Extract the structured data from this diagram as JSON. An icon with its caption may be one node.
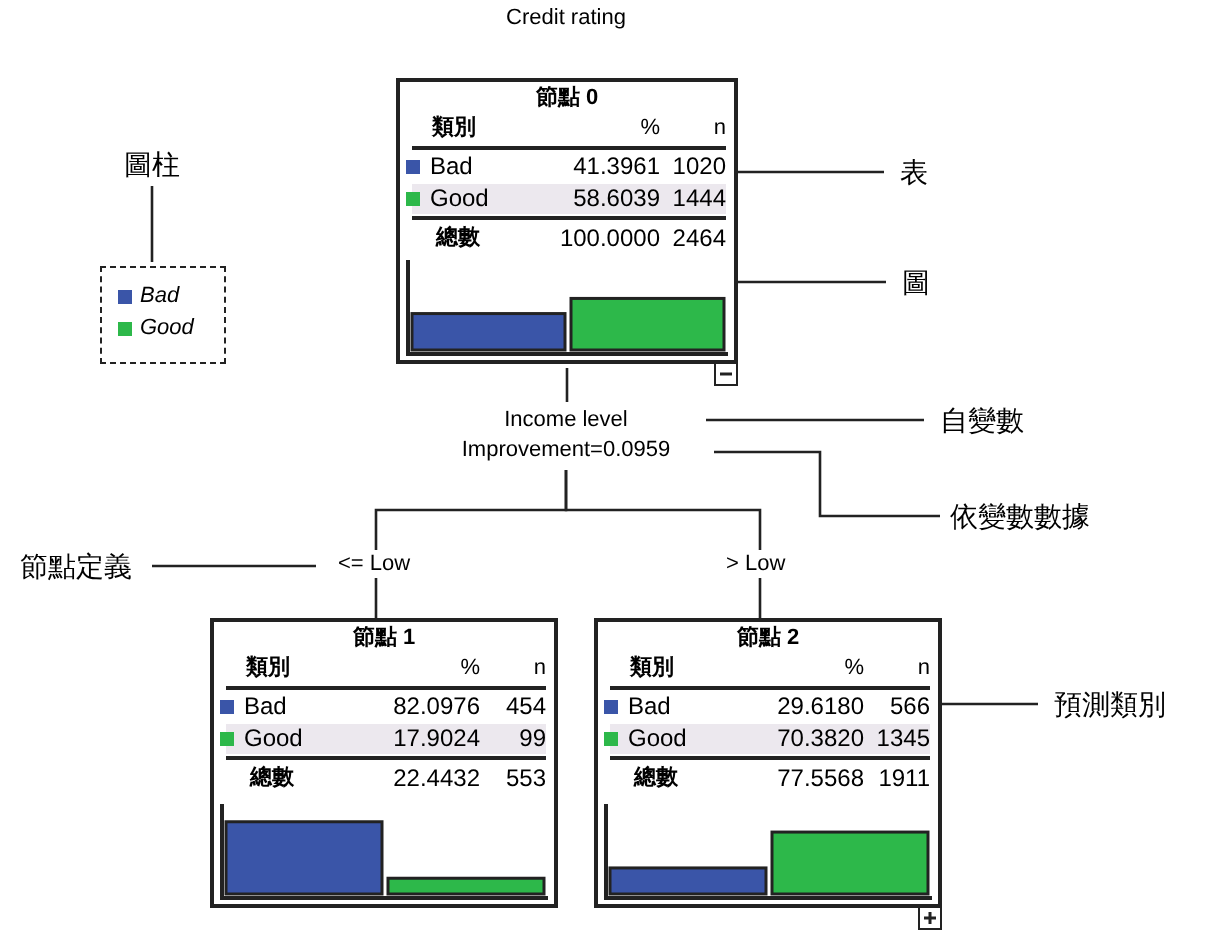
{
  "diagram": {
    "title": "Credit rating",
    "nodes": [
      {
        "text": [
          "節點 0",
          "類別",
          "%",
          "n",
          "Bad",
          "41.3961",
          "1020",
          "Good",
          "58.6039",
          "1444",
          "總數",
          "100.0000",
          "2464"
        ]
      },
      {
        "text": [
          "Income level",
          "Improvement=0.0959"
        ]
      },
      {
        "text": [
          "節點 1",
          "類別",
          "%",
          "n",
          "Bad",
          "82.0976",
          "454",
          "Good",
          "17.9024",
          "99",
          "總數",
          "22.4432",
          "553"
        ]
      },
      {
        "text": [
          "節點 2",
          "類別",
          "%",
          "n",
          "Bad",
          "29.6180",
          "566",
          "Good",
          "70.3820",
          "1345",
          "總數",
          "77.5568",
          "1911"
        ]
      },
      {
        "text": [],
        "shape": "box"
      },
      {
        "text": [
          "圖柱"
        ]
      },
      {
        "text": [
          "表"
        ]
      },
      {
        "text": [
          "圖"
        ]
      },
      {
        "text": [
          "自變數"
        ]
      },
      {
        "text": [
          "依變數數據"
        ]
      },
      {
        "text": [
          "節點定義"
        ]
      },
      {
        "text": [
          "預測類別"
        ]
      }
    ],
    "edges": [
      {
        "from": 0,
        "to": 1,
        "arrow": "none"
      },
      {
        "from": 1,
        "to": 2,
        "arrow": "none",
        "label": "<= Low"
      },
      {
        "from": 1,
        "to": 3,
        "arrow": "none",
        "label": "> Low"
      },
      {
        "from": 5,
        "to": 4,
        "arrow": "none"
      },
      {
        "from": 6,
        "to": 0,
        "arrow": "none"
      },
      {
        "from": 7,
        "to": 0,
        "arrow": "none"
      },
      {
        "from": 8,
        "to": 1,
        "arrow": "none"
      },
      {
        "from": 9,
        "to": 1,
        "arrow": "none"
      },
      {
        "from": 10,
        "to": null,
        "arrow": "none"
      },
      {
        "from": 11,
        "to": 3,
        "arrow": "none"
      }
    ],
    "legend": [
      {
        "text": "Bad",
        "color": "#3a55a8"
      },
      {
        "text": "Good",
        "color": "#2db84a"
      }
    ]
  }
}
